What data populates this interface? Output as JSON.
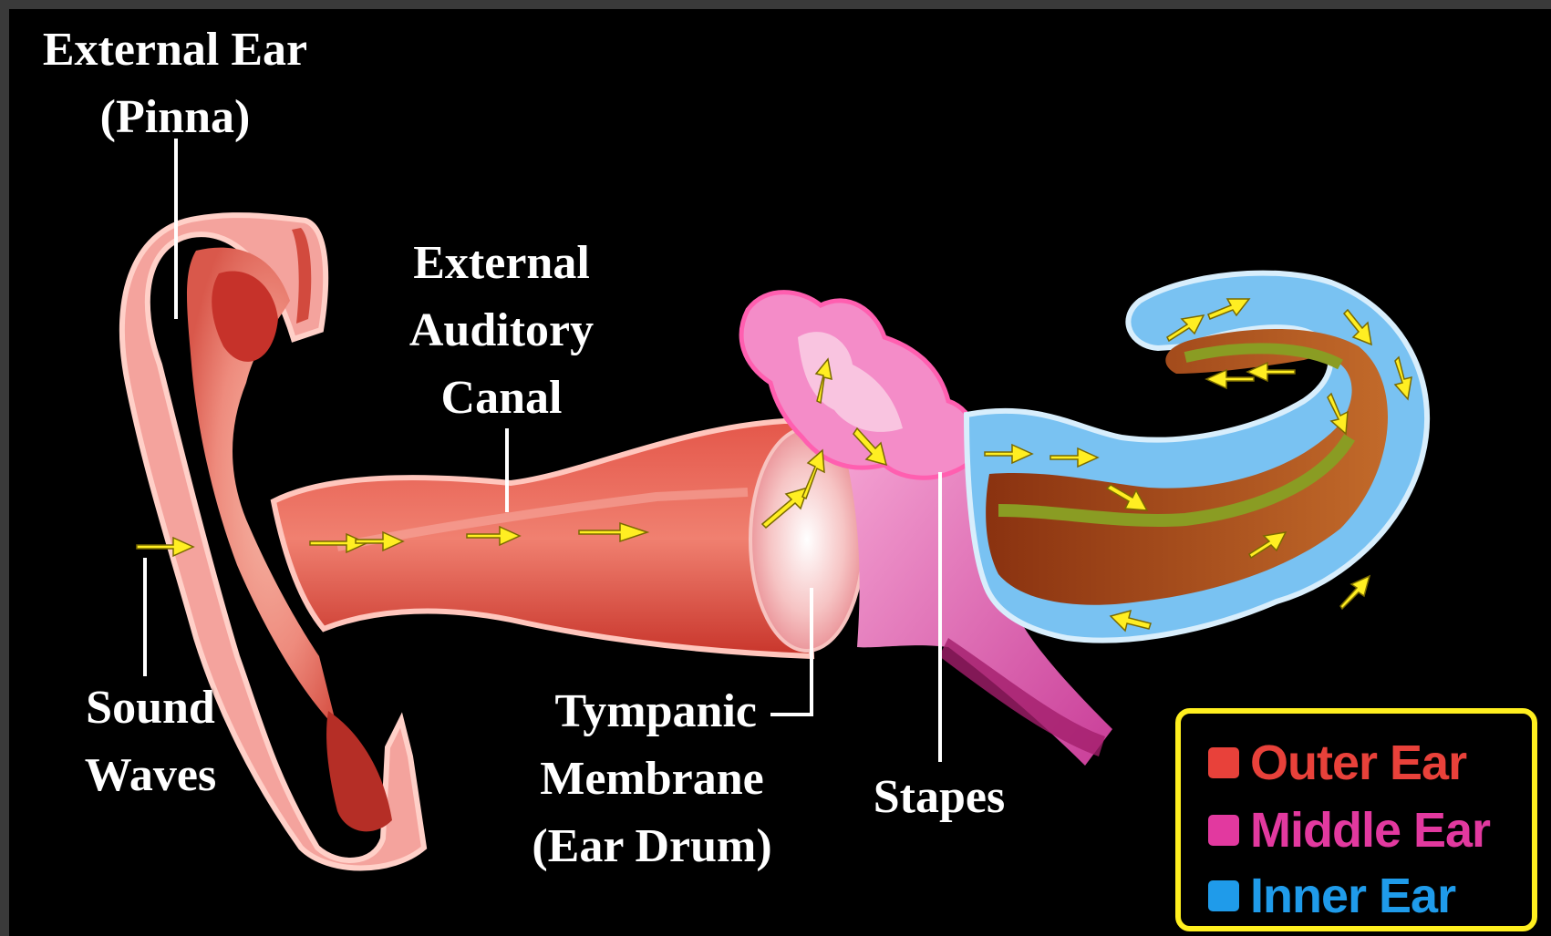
{
  "labels": {
    "external_ear": [
      "External Ear",
      "(Pinna)"
    ],
    "canal": [
      "External",
      "Auditory",
      "Canal"
    ],
    "sound_waves": [
      "Sound",
      "Waves"
    ],
    "tympanic": [
      "Tympanic",
      "Membrane",
      "(Ear Drum)"
    ],
    "stapes": "Stapes"
  },
  "legend": {
    "items": [
      {
        "label": "Outer Ear",
        "color": "#e8413a"
      },
      {
        "label": "Middle Ear",
        "color": "#e2399f"
      },
      {
        "label": "Inner Ear",
        "color": "#1f9bea"
      }
    ],
    "border_color": "#ffef1f"
  },
  "colors": {
    "background": "#000000",
    "outer_ear_skin": "#f5a6a2",
    "outer_ear_dark": "#c8352b",
    "middle_ear": "#d94fa9",
    "middle_ear_light": "#f7a9d6",
    "inner_ear_fluid": "#69b9ef",
    "cochlea_core": "#a84a12",
    "basilar_stripe": "#8a9c23",
    "arrow": "#ffee22"
  }
}
